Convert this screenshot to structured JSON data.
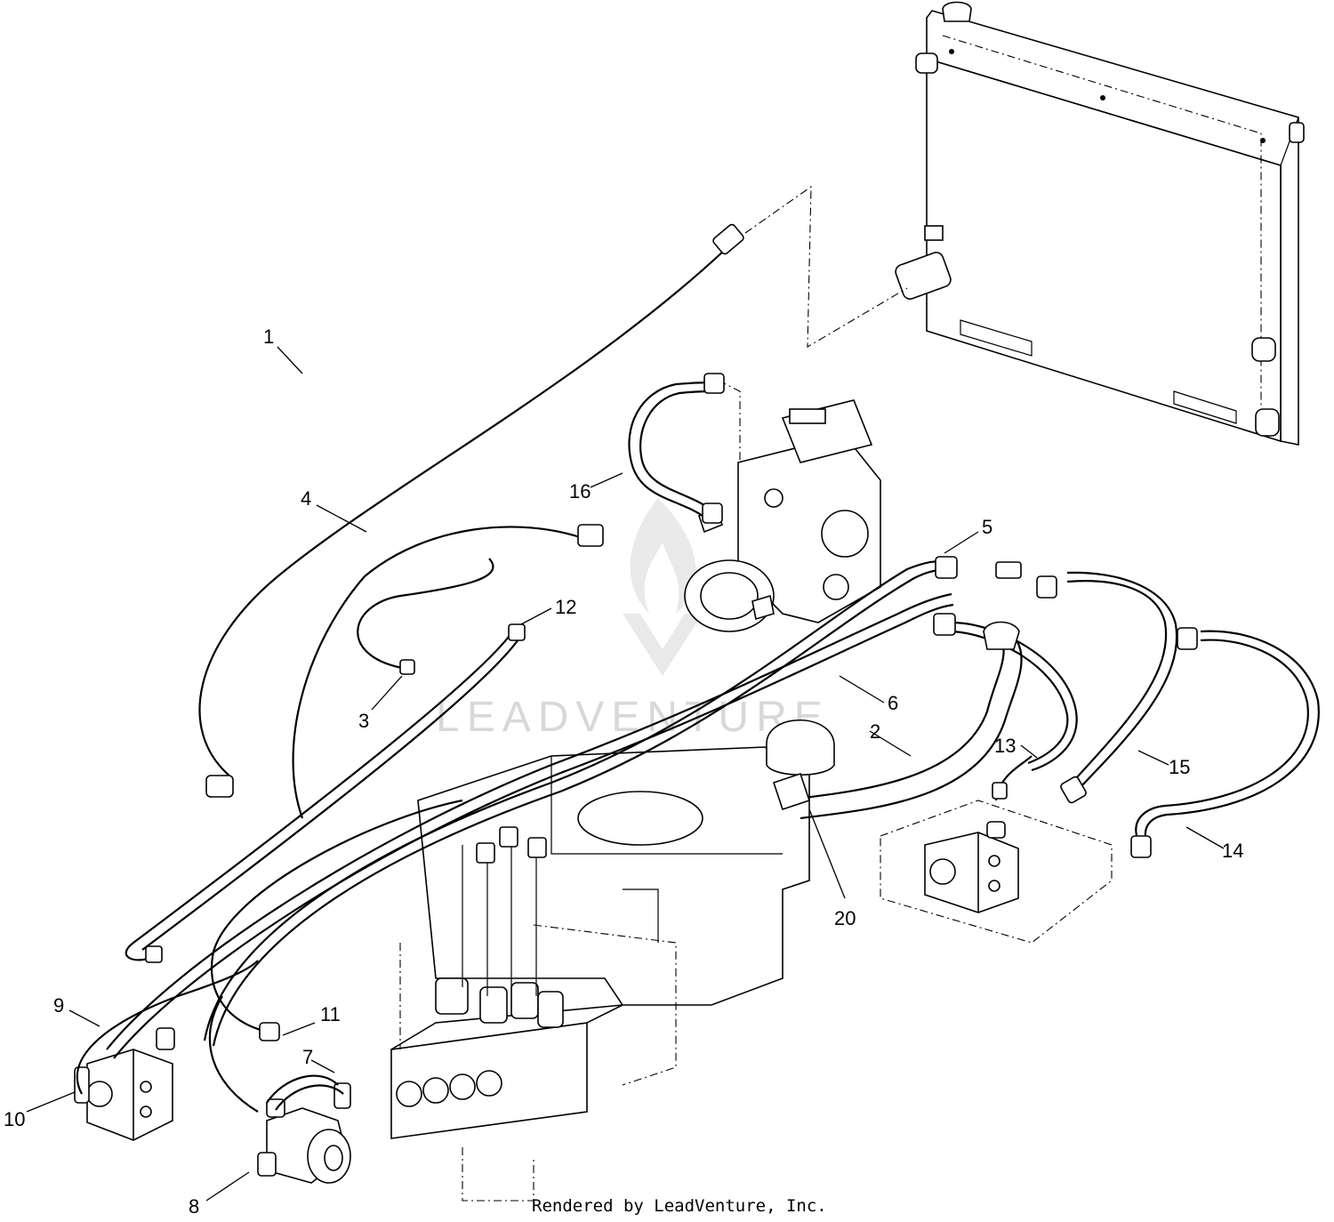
{
  "watermark": {
    "brand": "LEADVENTURE"
  },
  "credit": "Rendered by LeadVenture, Inc.",
  "callouts": [
    {
      "id": "c1",
      "label": "1"
    },
    {
      "id": "c2",
      "label": "2"
    },
    {
      "id": "c3",
      "label": "3"
    },
    {
      "id": "c4",
      "label": "4"
    },
    {
      "id": "c5",
      "label": "5"
    },
    {
      "id": "c6",
      "label": "6"
    },
    {
      "id": "c7",
      "label": "7"
    },
    {
      "id": "c8",
      "label": "8"
    },
    {
      "id": "c9",
      "label": "9"
    },
    {
      "id": "c10",
      "label": "10"
    },
    {
      "id": "c11",
      "label": "11"
    },
    {
      "id": "c12",
      "label": "12"
    },
    {
      "id": "c13",
      "label": "13"
    },
    {
      "id": "c14",
      "label": "14"
    },
    {
      "id": "c15",
      "label": "15"
    },
    {
      "id": "c16",
      "label": "16"
    },
    {
      "id": "c20",
      "label": "20"
    }
  ]
}
